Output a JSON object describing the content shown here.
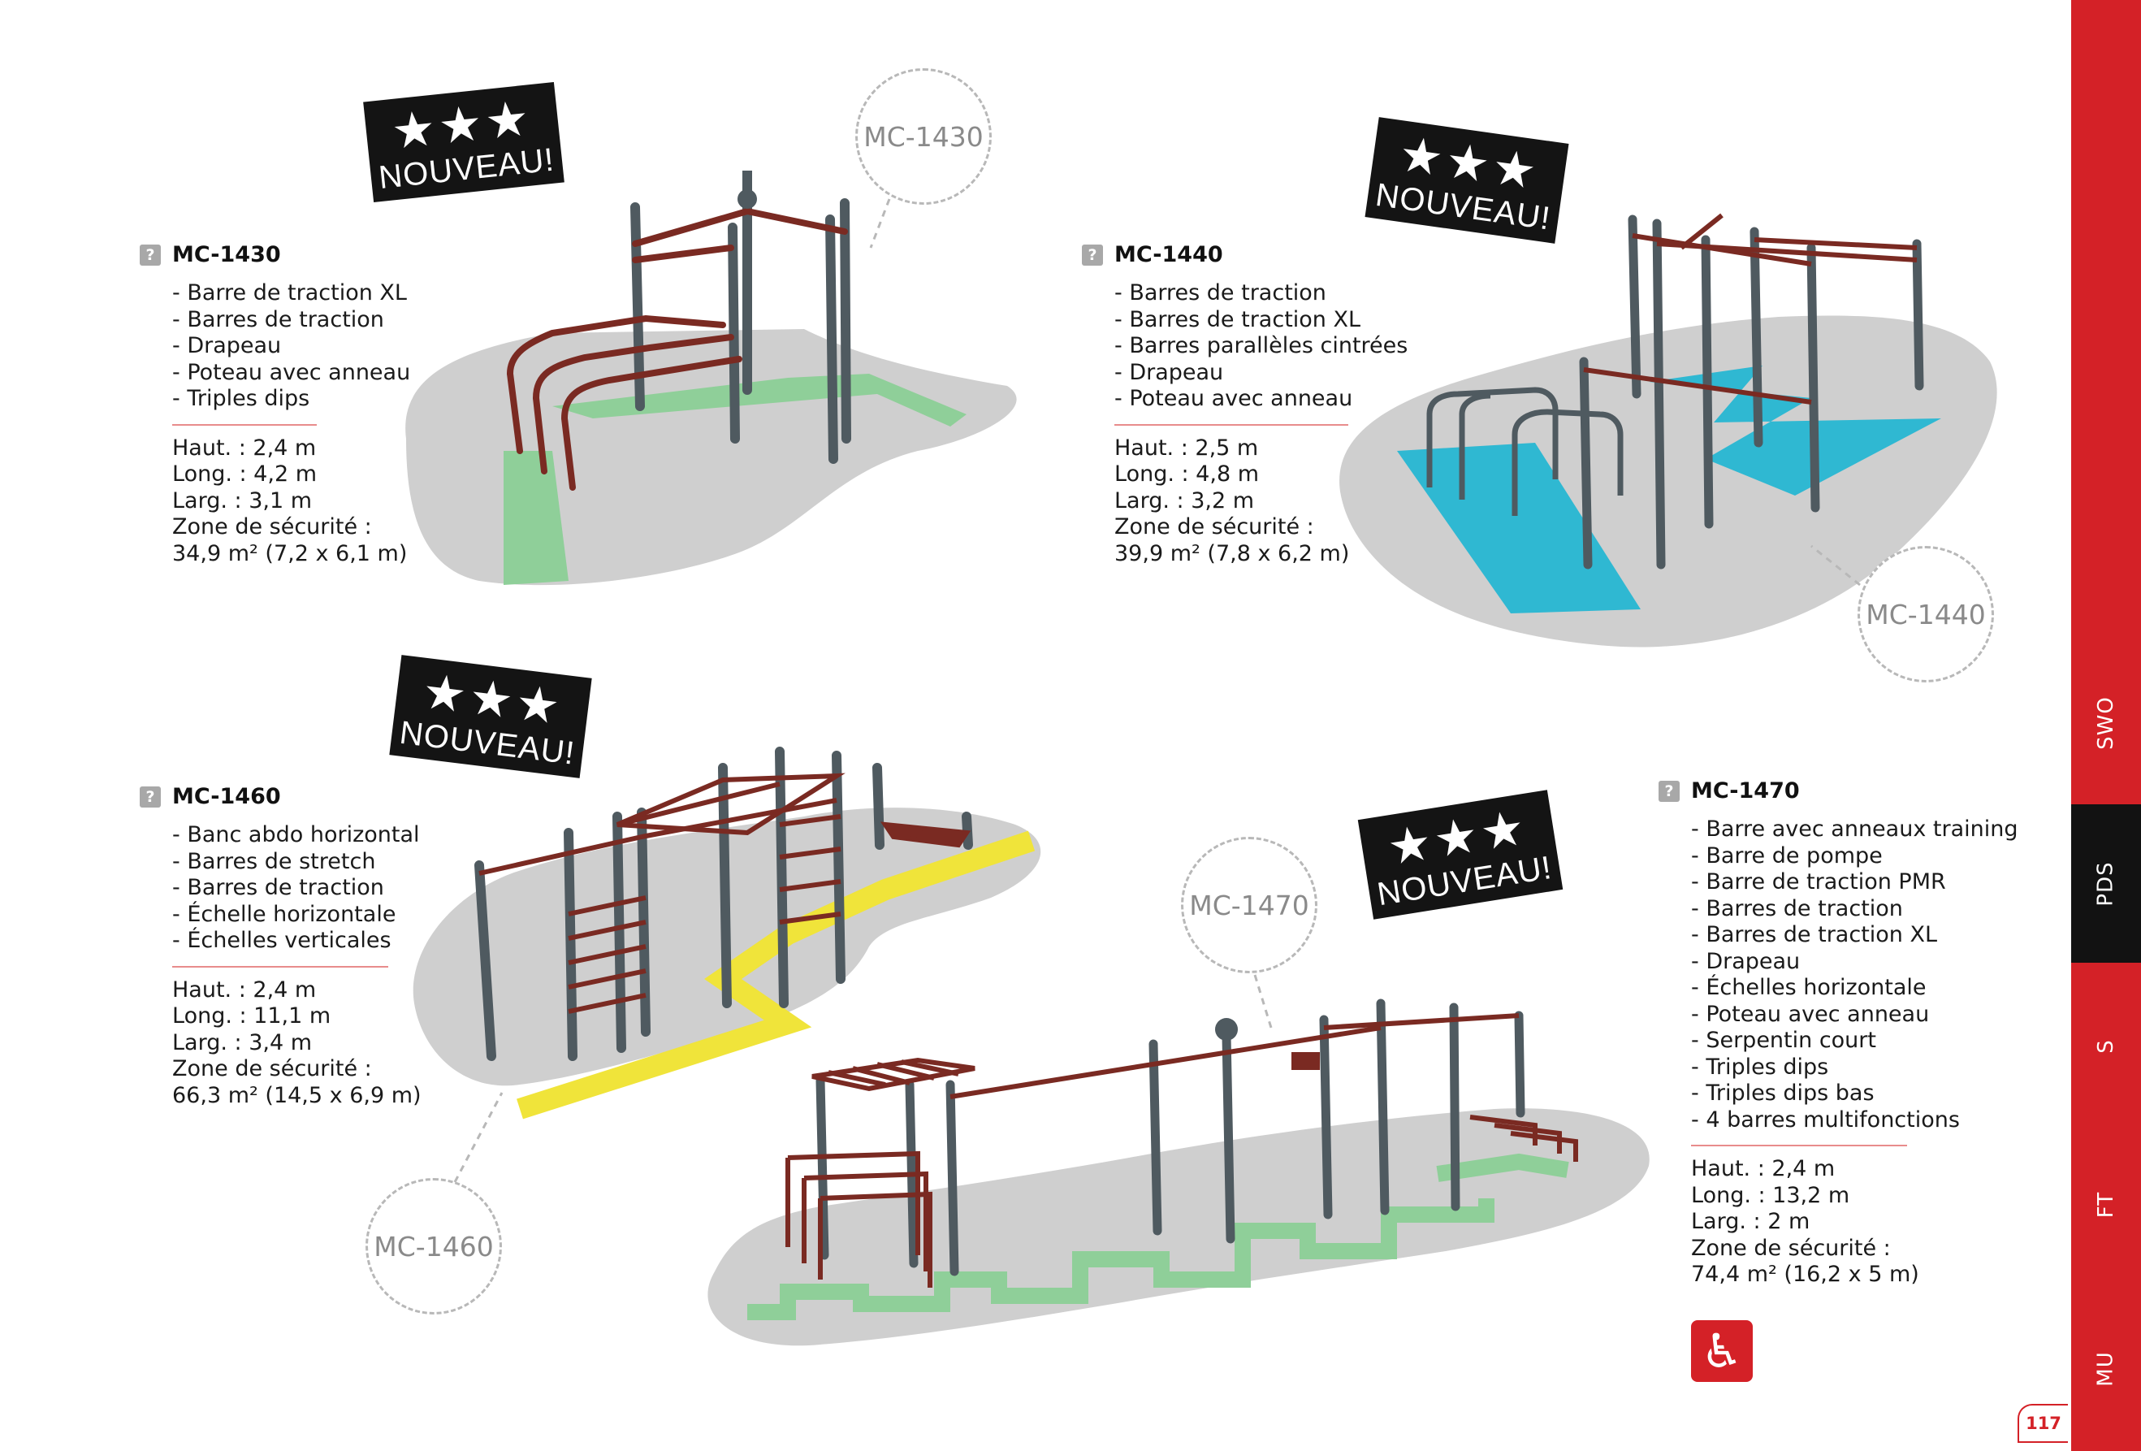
{
  "page_number": "117",
  "side_tabs": [
    {
      "label": "SWO",
      "active": false
    },
    {
      "label": "PDS",
      "active": true
    },
    {
      "label": "S",
      "active": false
    },
    {
      "label": "FT",
      "active": false
    },
    {
      "label": "MU",
      "active": false
    }
  ],
  "badge": {
    "stars": "★★★",
    "text": "NOUVEAU!"
  },
  "products": [
    {
      "code": "MC-1430",
      "features": [
        "- Barre de traction XL",
        "- Barres de traction",
        "- Drapeau",
        "- Poteau avec anneau",
        "- Triples dips"
      ],
      "specs": [
        "Haut.  : 2,4 m",
        "Long. :  4,2 m",
        "Larg.  :  3,1 m",
        "Zone de sécurité :",
        "34,9 m² (7,2 x 6,1 m)"
      ],
      "tag": "MC-1430",
      "accent": "#8fcf99"
    },
    {
      "code": "MC-1440",
      "features": [
        "- Barres de traction",
        "- Barres de traction XL",
        "- Barres parallèles cintrées",
        "- Drapeau",
        "- Poteau avec anneau"
      ],
      "specs": [
        "Haut.  : 2,5 m",
        "Long. :  4,8 m",
        "Larg. :  3,2 m",
        "Zone de sécurité :",
        "39,9 m² (7,8 x 6,2 m)"
      ],
      "tag": "MC-1440",
      "accent": "#2fb8d2"
    },
    {
      "code": "MC-1460",
      "features": [
        "- Banc abdo horizontal",
        "- Barres de stretch",
        "- Barres de traction",
        "- Échelle horizontale",
        "- Échelles verticales"
      ],
      "specs": [
        "Haut.  : 2,4 m",
        "Long. :  11,1 m",
        "Larg.  :  3,4 m",
        "Zone de sécurité :",
        "66,3 m² (14,5 x 6,9 m)"
      ],
      "tag": "MC-1460",
      "accent": "#f0e43a"
    },
    {
      "code": "MC-1470",
      "features": [
        "- Barre avec anneaux training",
        "- Barre de pompe",
        "- Barre de traction PMR",
        "- Barres de traction",
        "- Barres de traction XL",
        "- Drapeau",
        "- Échelles horizontale",
        "- Poteau avec anneau",
        "- Serpentin court",
        "- Triples dips",
        "- Triples dips bas",
        "- 4 barres multifonctions"
      ],
      "specs": [
        "Haut.  : 2,4 m",
        "Long. :  13,2 m",
        "Larg.  :  2 m",
        "Zone de sécurité :",
        "74,4 m² (16,2 x 5 m)"
      ],
      "tag": "MC-1470",
      "accent": "#8fcf99"
    }
  ],
  "colors": {
    "brand_red": "#d42127",
    "post": "#4f5a60",
    "bar": "#7a2a22",
    "ground": "#cfcfcf"
  },
  "icons": {
    "help": "?",
    "pmr": "♿"
  }
}
